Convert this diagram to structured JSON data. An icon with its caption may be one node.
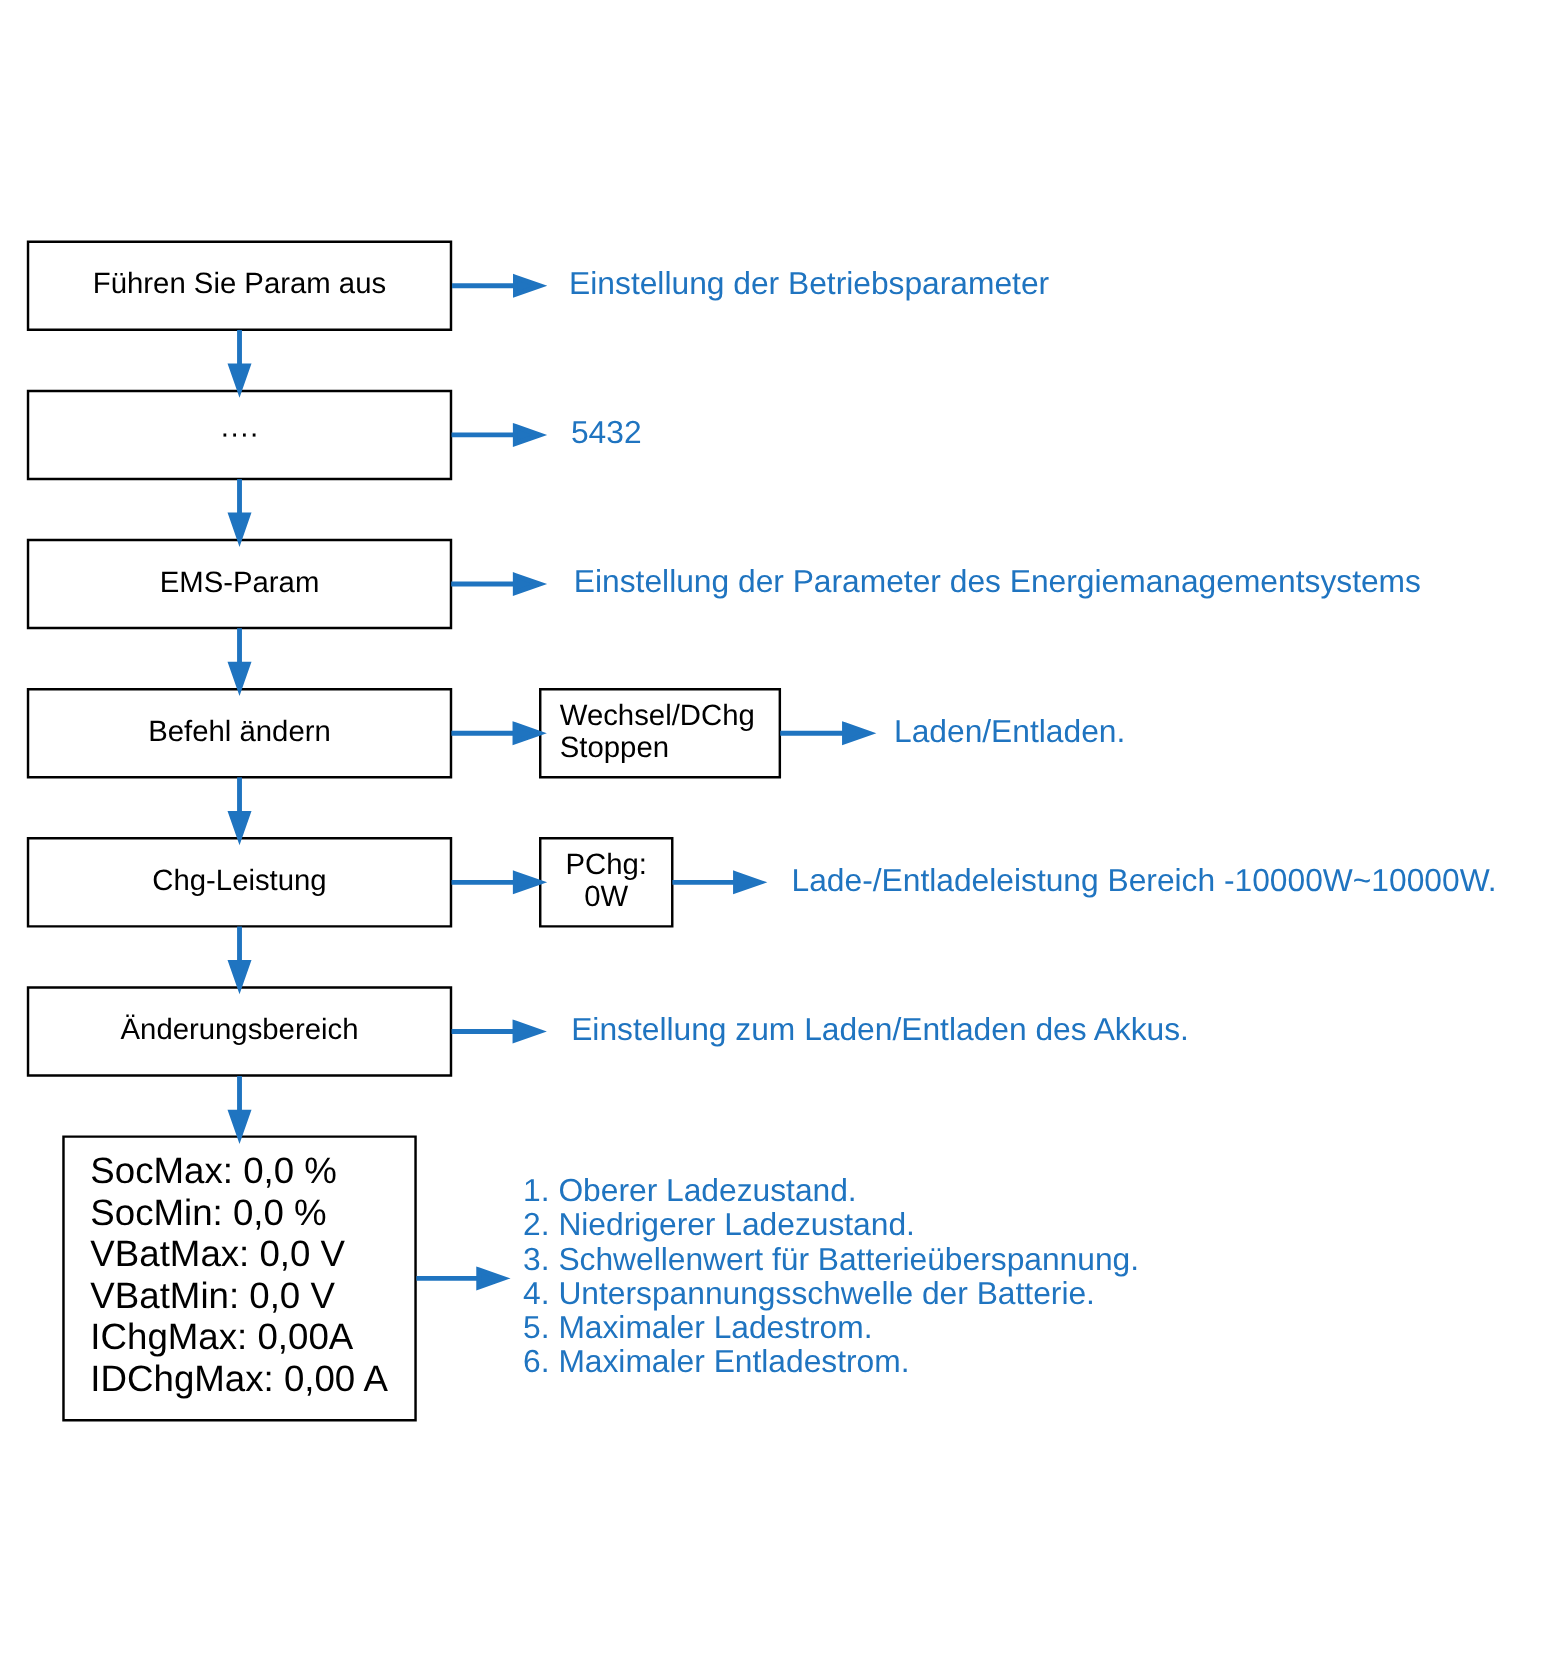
{
  "diagram": {
    "nodes": [
      {
        "text": [
          "Führen Sie Param aus"
        ]
      },
      {
        "text": [
          "····"
        ]
      },
      {
        "text": [
          "EMS-Param"
        ]
      },
      {
        "text": [
          "Befehl ändern"
        ]
      },
      {
        "text": [
          "Chg-Leistung"
        ]
      },
      {
        "text": [
          "Änderungsbereich"
        ]
      },
      {
        "text": [
          "SocMax: 0,0 %",
          "SocMin: 0,0 %",
          "VBatMax: 0,0 V",
          "VBatMin: 0,0 V",
          "IChgMax: 0,00A",
          "IDChgMax: 0,00 A"
        ]
      },
      {
        "text": [
          "Einstellung der Betriebsparameter"
        ]
      },
      {
        "text": [
          "5432"
        ]
      },
      {
        "text": [
          "Einstellung der Parameter des Energiemanagementsystems"
        ]
      },
      {
        "text": [
          "Wechsel/DChg",
          "Stoppen"
        ]
      },
      {
        "text": [
          "Laden/Entladen."
        ]
      },
      {
        "text": [
          "PChg:",
          "0W"
        ]
      },
      {
        "text": [
          "Lade-/Entladeleistung Bereich -10000W~10000W."
        ]
      },
      {
        "text": [
          "Einstellung zum Laden/Entladen des Akkus."
        ]
      },
      {
        "text": [
          "1. Oberer Ladezustand.",
          "2. Niedrigerer Ladezustand.",
          "3. Schwellenwert für Batterieüberspannung.",
          "4. Unterspannungsschwelle der Batterie.",
          "5. Maximaler Ladestrom.",
          "6. Maximaler Entladestrom."
        ]
      }
    ],
    "edges": [
      {
        "from": 0,
        "to": 1,
        "arrow": "to"
      },
      {
        "from": 1,
        "to": 2,
        "arrow": "to"
      },
      {
        "from": 2,
        "to": 3,
        "arrow": "to"
      },
      {
        "from": 3,
        "to": 4,
        "arrow": "to"
      },
      {
        "from": 4,
        "to": 5,
        "arrow": "to"
      },
      {
        "from": 5,
        "to": 6,
        "arrow": "to"
      },
      {
        "from": 0,
        "to": 7,
        "arrow": "to"
      },
      {
        "from": 1,
        "to": 8,
        "arrow": "to"
      },
      {
        "from": 2,
        "to": 9,
        "arrow": "to"
      },
      {
        "from": 3,
        "to": 10,
        "arrow": "to"
      },
      {
        "from": 10,
        "to": 11,
        "arrow": "to"
      },
      {
        "from": 4,
        "to": 12,
        "arrow": "to"
      },
      {
        "from": 12,
        "to": 13,
        "arrow": "to"
      },
      {
        "from": 5,
        "to": 14,
        "arrow": "to"
      },
      {
        "from": 6,
        "to": 15,
        "arrow": "to"
      }
    ]
  }
}
